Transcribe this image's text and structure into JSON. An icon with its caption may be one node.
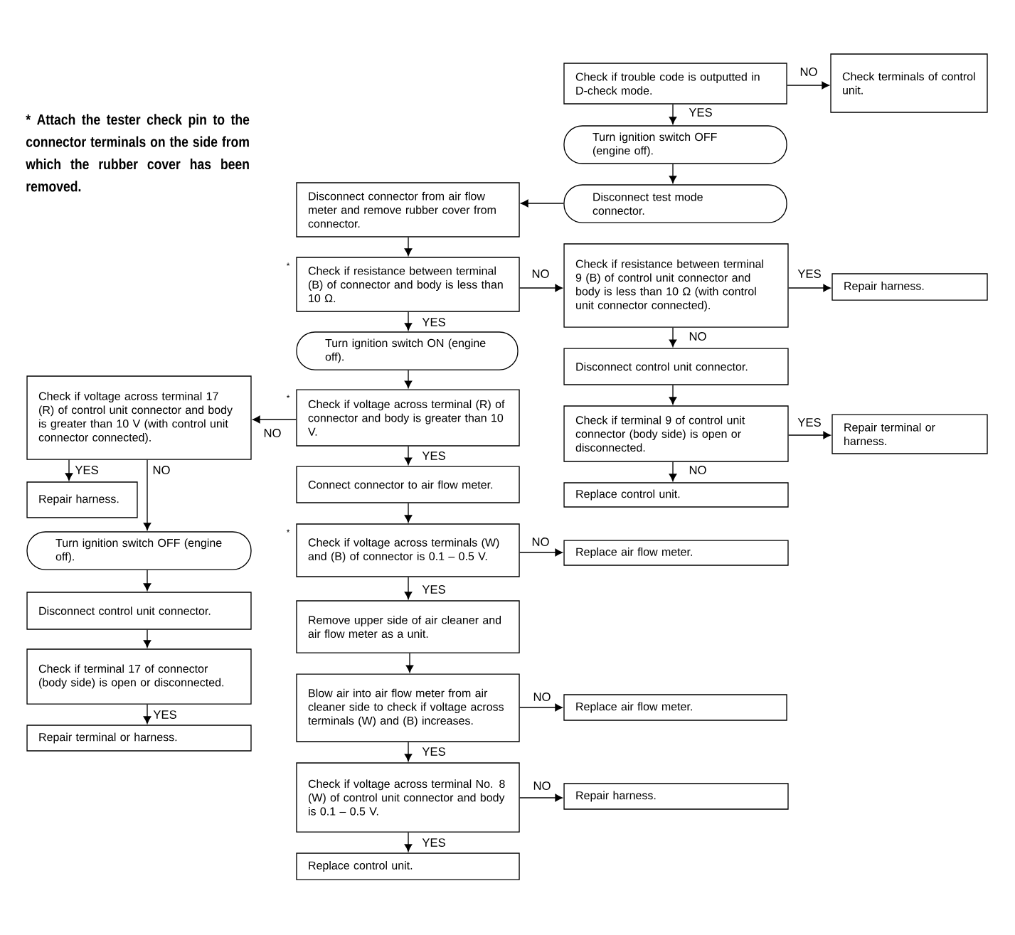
{
  "diagram": {
    "nodes": [
      {
        "text": [
          "Check if trouble code is outputted in D-check mode."
        ]
      },
      {
        "text": [
          "Check terminals of control unit."
        ]
      },
      {
        "text": [
          "Turn ignition switch OFF (engine off)."
        ]
      },
      {
        "text": [
          "Disconnect test mode connector."
        ]
      },
      {
        "text": [
          "Disconnect connector from air flow meter and remove rubber cover from connector."
        ]
      },
      {
        "text": [
          "Check if resistance between terminal (B) of connector and body is less than 10 Ω."
        ],
        "beside": [
          "*"
        ]
      },
      {
        "text": [
          "Check if resistance between terminal 9 (B) of control unit connector and body is less than 10 Ω (with control unit connector connected)."
        ]
      },
      {
        "text": [
          "Repair harness."
        ]
      },
      {
        "text": [
          "Disconnect control unit connector."
        ]
      },
      {
        "text": [
          "Check if terminal 9 of control unit connector (body side) is open or disconnected."
        ]
      },
      {
        "text": [
          "Repair terminal or harness."
        ]
      },
      {
        "text": [
          "Replace control unit."
        ]
      },
      {
        "text": [
          "Turn ignition switch ON (engine off)."
        ]
      },
      {
        "text": [
          "Check if voltage across terminal (R) of connector and body is greater than 10 V."
        ],
        "beside": [
          "*"
        ]
      },
      {
        "text": [
          "Check if voltage across terminal 17 (R) of control unit connector and body is greater than 10 V (with control unit connector connected)."
        ]
      },
      {
        "text": [
          "Repair harness."
        ]
      },
      {
        "text": [
          "Turn ignition switch OFF (engine off)."
        ]
      },
      {
        "text": [
          "Disconnect control unit connector."
        ]
      },
      {
        "text": [
          "Check if terminal 17 of connector (body side) is open or disconnected."
        ]
      },
      {
        "text": [
          "Repair terminal or harness."
        ]
      },
      {
        "text": [
          "Connect connector to air flow meter."
        ]
      },
      {
        "text": [
          "Check if voltage across terminals (W) and (B) of connector is 0.1 – 0.5 V."
        ],
        "beside": [
          "*"
        ]
      },
      {
        "text": [
          "Replace air flow meter."
        ]
      },
      {
        "text": [
          "Remove upper side of air cleaner and air flow meter as a unit."
        ]
      },
      {
        "text": [
          "Blow air into air flow meter from air cleaner side to check if voltage across terminals (W) and (B) increases."
        ]
      },
      {
        "text": [
          "Replace air flow meter."
        ]
      },
      {
        "text": [
          "Check if voltage across terminal No. 8 (W) of control unit connector and body is 0.1 – 0.5 V."
        ]
      },
      {
        "text": [
          "Repair harness."
        ]
      },
      {
        "text": [
          "Replace control unit."
        ]
      }
    ],
    "edges": [
      {
        "from": 0,
        "to": 1,
        "arrow": "to",
        "label": "NO"
      },
      {
        "from": 0,
        "to": 2,
        "arrow": "to",
        "label": "YES"
      },
      {
        "from": 2,
        "to": 3,
        "arrow": "to"
      },
      {
        "from": 3,
        "to": 4,
        "arrow": "to"
      },
      {
        "from": 4,
        "to": 5,
        "arrow": "to"
      },
      {
        "from": 5,
        "to": 6,
        "arrow": "to",
        "label": "NO"
      },
      {
        "from": 5,
        "to": 12,
        "arrow": "to",
        "label": "YES"
      },
      {
        "from": 6,
        "to": 7,
        "arrow": "to",
        "label": "YES"
      },
      {
        "from": 6,
        "to": 8,
        "arrow": "to",
        "label": "NO"
      },
      {
        "from": 8,
        "to": 9,
        "arrow": "to"
      },
      {
        "from": 9,
        "to": 10,
        "arrow": "to",
        "label": "YES"
      },
      {
        "from": 9,
        "to": 11,
        "arrow": "to",
        "label": "NO"
      },
      {
        "from": 12,
        "to": 13,
        "arrow": "to"
      },
      {
        "from": 13,
        "to": 14,
        "arrow": "to",
        "label": "NO"
      },
      {
        "from": 13,
        "to": 20,
        "arrow": "to",
        "label": "YES"
      },
      {
        "from": 14,
        "to": 15,
        "arrow": "to",
        "label": "YES"
      },
      {
        "from": 14,
        "to": 16,
        "arrow": "to",
        "label": "NO"
      },
      {
        "from": 16,
        "to": 17,
        "arrow": "to"
      },
      {
        "from": 17,
        "to": 18,
        "arrow": "to"
      },
      {
        "from": 18,
        "to": 19,
        "arrow": "to",
        "label": "YES"
      },
      {
        "from": 20,
        "to": 21,
        "arrow": "to"
      },
      {
        "from": 21,
        "to": 22,
        "arrow": "to",
        "label": "NO"
      },
      {
        "from": 21,
        "to": 23,
        "arrow": "to",
        "label": "YES"
      },
      {
        "from": 23,
        "to": 24,
        "arrow": "to"
      },
      {
        "from": 24,
        "to": 25,
        "arrow": "to",
        "label": "NO"
      },
      {
        "from": 24,
        "to": 26,
        "arrow": "to",
        "label": "YES"
      },
      {
        "from": 26,
        "to": 27,
        "arrow": "to",
        "label": "NO"
      },
      {
        "from": 26,
        "to": 28,
        "arrow": "to",
        "label": "YES"
      }
    ],
    "labels": [
      "* Attach the tester check pin to the connector terminals on the side from which the rubber cover has been removed."
    ]
  }
}
